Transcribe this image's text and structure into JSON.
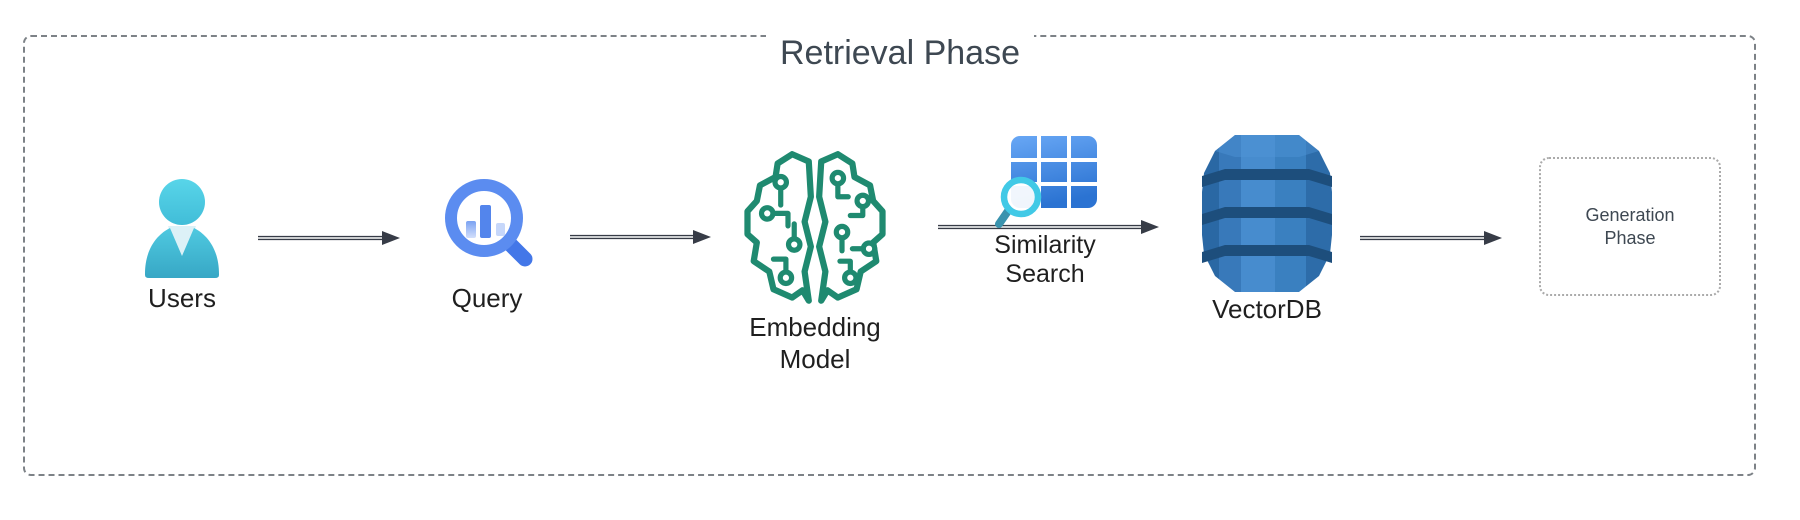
{
  "title": "Retrieval Phase",
  "nodes": {
    "users": {
      "label": "Users",
      "icon": "user-icon"
    },
    "query": {
      "label": "Query",
      "icon": "magnifier-bar-chart-icon"
    },
    "embedding": {
      "label_line1": "Embedding",
      "label_line2": "Model",
      "icon": "ai-brain-circuit-icon"
    },
    "similarity": {
      "label_line1": "Similarity",
      "label_line2": "Search",
      "icon": "grid-magnifier-icon"
    },
    "vectordb": {
      "label": "VectorDB",
      "icon": "database-barrel-icon"
    },
    "generation": {
      "label_line1": "Generation",
      "label_line2": "Phase"
    }
  },
  "colors": {
    "border_gray": "#7d8287",
    "title_color": "#3e4852",
    "label_color": "#1f1f1f",
    "arrow_gray": "#373c47",
    "user_cyan": "#58d5e9",
    "user_cyan_dark": "#37a7c5",
    "query_blue": "#5b8cf0",
    "query_blue_dark": "#4377e8",
    "brain_green": "#1f8a70",
    "grid_blue_light": "#68a7f5",
    "grid_blue_dark": "#2b73d2",
    "magnifier_cyan": "#41c9e6",
    "magnifier_handle": "#3a93ae",
    "db_band": "#1d4e7c",
    "db_blue_mid": "#478cce",
    "db_blue_dark": "#2a68a4"
  }
}
